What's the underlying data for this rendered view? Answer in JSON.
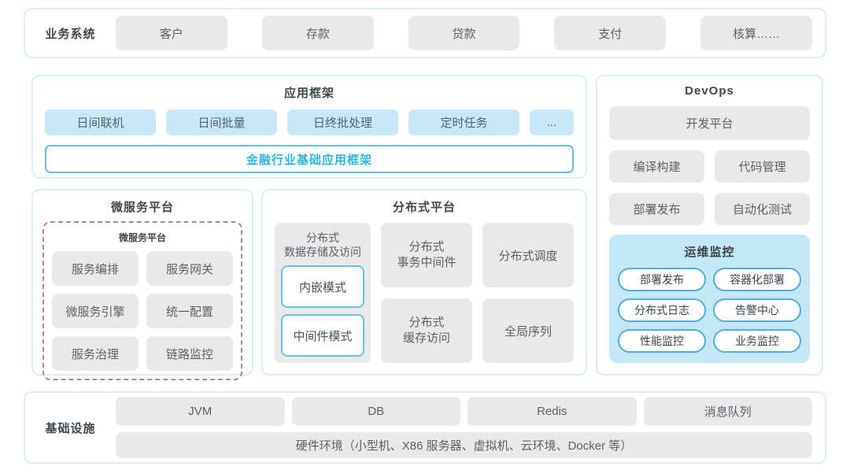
{
  "business": {
    "label": "业务系统",
    "items": [
      "客户",
      "存款",
      "贷款",
      "支付",
      "核算……"
    ]
  },
  "app_framework": {
    "title": "应用框架",
    "modules": [
      "日间联机",
      "日间批量",
      "日终批处理",
      "定时任务",
      "..."
    ],
    "base": "金融行业基础应用框架"
  },
  "microservice": {
    "title": "微服务平台",
    "inner_title": "微服务平台",
    "items": [
      "服务编排",
      "服务网关",
      "微服务引擎",
      "统一配置",
      "服务治理",
      "链路监控"
    ]
  },
  "distributed": {
    "title": "分布式平台",
    "storage": {
      "title": "分布式\n数据存储及访问",
      "modes": [
        "内嵌模式",
        "中间件模式"
      ]
    },
    "cells": [
      "分布式\n事务中间件",
      "分布式调度",
      "分布式\n缓存访问",
      "全局序列"
    ]
  },
  "devops": {
    "title": "DevOps",
    "platform": "开发平台",
    "tools": [
      "编译构建",
      "代码管理",
      "部署发布",
      "自动化测试"
    ],
    "ops": {
      "title": "运维监控",
      "items": [
        "部署发布",
        "容器化部署",
        "分布式日志",
        "告警中心",
        "性能监控",
        "业务监控"
      ]
    }
  },
  "infrastructure": {
    "label": "基础设施",
    "items": [
      "JVM",
      "DB",
      "Redis",
      "消息队列"
    ],
    "hardware": "硬件环境（小型机、X86 服务器、虚拟机、云环境、Docker 等）"
  },
  "colors": {
    "panel_border": "#d9eef6",
    "gray_box": "#e9e9ea",
    "blue_box": "#c8e7f8",
    "cyan_border": "#60c2e0",
    "cyan_text": "#2cb5dd",
    "ops_bg": "#c4e7f6",
    "ops_item_border": "#4fade0",
    "title_text": "#40464c",
    "box_text": "#5b6066"
  }
}
